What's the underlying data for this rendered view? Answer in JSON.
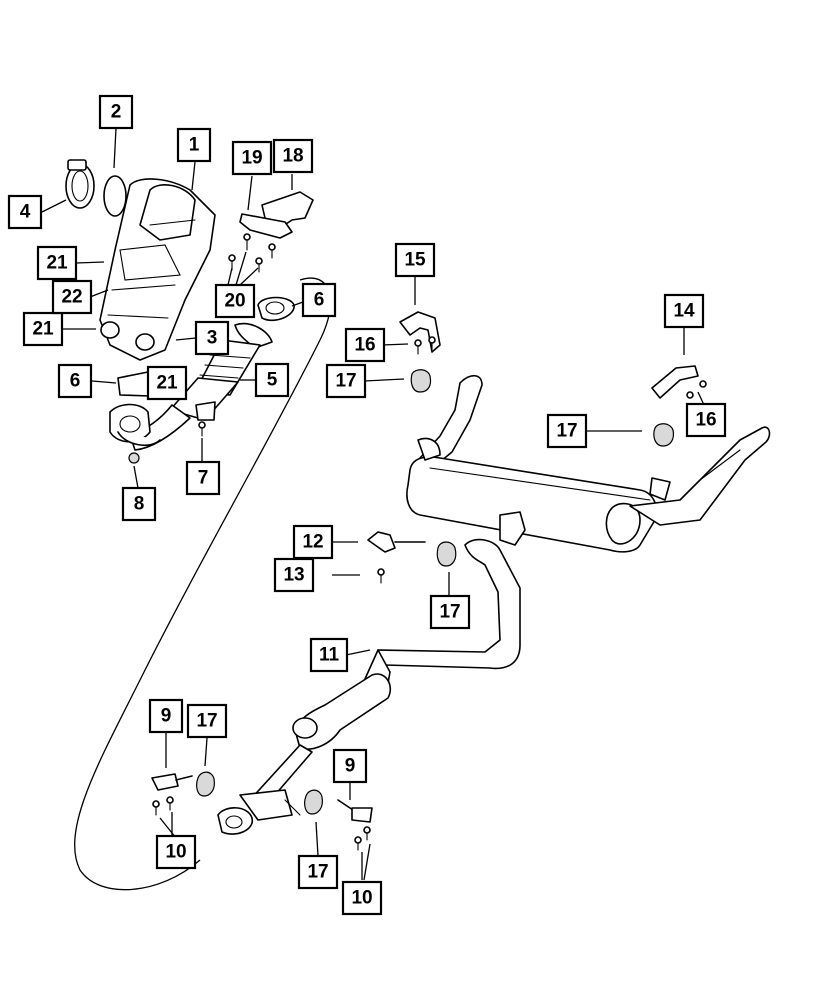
{
  "diagram": {
    "callouts": [
      {
        "id": "c1",
        "label": "1"
      },
      {
        "id": "c2",
        "label": "2"
      },
      {
        "id": "c3",
        "label": "3"
      },
      {
        "id": "c4",
        "label": "4"
      },
      {
        "id": "c5",
        "label": "5"
      },
      {
        "id": "c6a",
        "label": "6"
      },
      {
        "id": "c6b",
        "label": "6"
      },
      {
        "id": "c7",
        "label": "7"
      },
      {
        "id": "c8",
        "label": "8"
      },
      {
        "id": "c9a",
        "label": "9"
      },
      {
        "id": "c9b",
        "label": "9"
      },
      {
        "id": "c10a",
        "label": "10"
      },
      {
        "id": "c10b",
        "label": "10"
      },
      {
        "id": "c11",
        "label": "11"
      },
      {
        "id": "c12",
        "label": "12"
      },
      {
        "id": "c13",
        "label": "13"
      },
      {
        "id": "c14",
        "label": "14"
      },
      {
        "id": "c15",
        "label": "15"
      },
      {
        "id": "c16a",
        "label": "16"
      },
      {
        "id": "c16b",
        "label": "16"
      },
      {
        "id": "c17a",
        "label": "17"
      },
      {
        "id": "c17b",
        "label": "17"
      },
      {
        "id": "c17c",
        "label": "17"
      },
      {
        "id": "c17d",
        "label": "17"
      },
      {
        "id": "c17e",
        "label": "17"
      },
      {
        "id": "c18",
        "label": "18"
      },
      {
        "id": "c19",
        "label": "19"
      },
      {
        "id": "c20",
        "label": "20"
      },
      {
        "id": "c21a",
        "label": "21"
      },
      {
        "id": "c21b",
        "label": "21"
      },
      {
        "id": "c21c",
        "label": "21"
      },
      {
        "id": "c22",
        "label": "22"
      }
    ]
  }
}
